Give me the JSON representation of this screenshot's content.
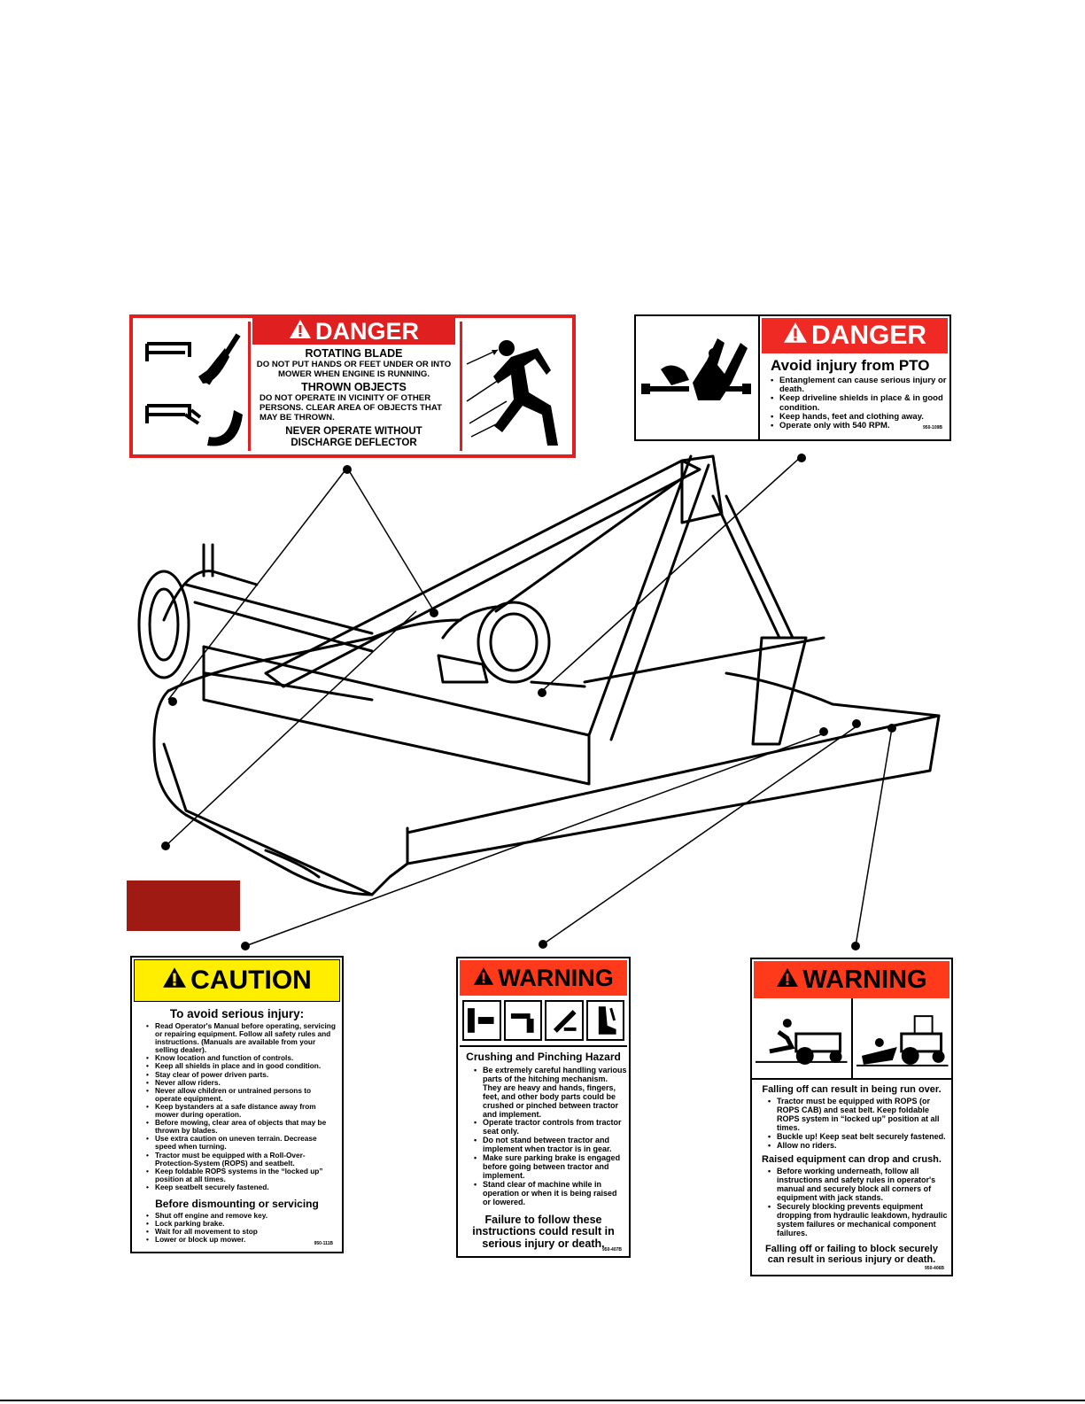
{
  "danger_blade": {
    "header": "DANGER",
    "h1": "ROTATING BLADE",
    "t1": "DO NOT PUT HANDS OR FEET UNDER OR INTO MOWER WHEN ENGINE IS RUNNING.",
    "h2": "THROWN OBJECTS",
    "t2": "DO NOT OPERATE IN VICINITY OF OTHER PERSONS. CLEAR AREA OF OBJECTS THAT MAY BE THROWN.",
    "t3": "NEVER OPERATE WITHOUT DISCHARGE DEFLECTOR"
  },
  "danger_pto": {
    "header": "DANGER",
    "title": "Avoid injury from PTO",
    "items": [
      "Entanglement can cause serious injury or death.",
      "Keep driveline shields in place & in good condition.",
      "Keep hands, feet and clothing away.",
      "Operate only with 540 RPM."
    ],
    "code": "950-109B"
  },
  "caution": {
    "header": "CAUTION",
    "title": "To avoid serious injury:",
    "items": [
      "Read Operator's Manual before operating, servicing or repairing equipment. Follow all safety rules and instructions. (Manuals are available from your selling dealer).",
      "Know location and function of controls.",
      "Keep all shields in place and in good condition.",
      "Stay clear of power driven parts.",
      "Never allow riders.",
      "Never allow children or untrained persons to operate equipment.",
      "Keep bystanders at a safe distance away from mower during operation.",
      "Before mowing, clear area of objects that may be thrown by blades.",
      "Use extra caution on uneven terrain. Decrease speed when turning.",
      "Tractor must be equipped with a Roll-Over-Protection-System (ROPS) and seatbelt.",
      "Keep foldable ROPS systems in the “locked up” position at all times.",
      "Keep seatbelt securely fastened."
    ],
    "subtitle": "Before dismounting or servicing",
    "items2": [
      "Shut off engine and remove key.",
      "Lock parking brake.",
      "Wait for all movement to stop",
      "Lower or block up mower."
    ],
    "code": "950-111B"
  },
  "warning_pinch": {
    "header": "WARNING",
    "title": "Crushing and Pinching Hazard",
    "items": [
      "Be extremely careful handling various parts of the hitching mechanism. They are heavy and hands, fingers, feet, and other body parts could be crushed or pinched between tractor and implement.",
      "Operate tractor controls from tractor seat only.",
      "Do not stand between tractor and implement when tractor is in gear.",
      "Make sure parking brake is engaged before going between tractor and implement.",
      "Stand clear of machine while in operation or when it is being raised or lowered."
    ],
    "footer": "Failure to follow these instructions could result in serious injury or death.",
    "code": "950-407B"
  },
  "warning_rops": {
    "header": "WARNING",
    "title1": "Falling off can result in being run over.",
    "items1": [
      "Tractor must be equipped with ROPS (or ROPS CAB) and seat belt. Keep foldable ROPS system in “locked up” position at all times.",
      "Buckle up! Keep seat belt securely fastened.",
      "Allow no riders."
    ],
    "title2": "Raised equipment can drop and crush.",
    "items2": [
      "Before working underneath, follow all instructions and safety rules in operator's manual and securely block all corners of equipment with jack stands.",
      "Securely blocking prevents equipment dropping from hydraulic leakdown, hydraulic system failures or mechanical component failures."
    ],
    "footer": "Falling off or failing to block securely can result in serious injury or death.",
    "code": "950-406B"
  },
  "colors": {
    "danger_red": "#e02020",
    "warning_orange": "#ff3a1a",
    "caution_yellow": "#ffee00",
    "swatch": "#a01a14"
  }
}
